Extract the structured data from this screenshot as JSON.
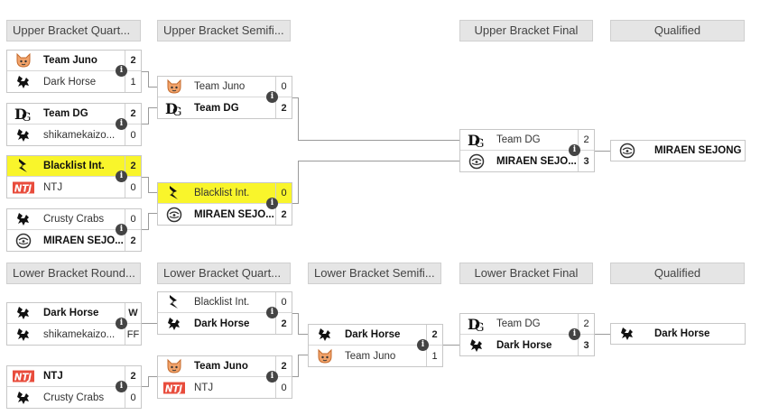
{
  "headers": {
    "upper_qf": "Upper Bracket Quart...",
    "upper_sf": "Upper Bracket Semifi...",
    "upper_final": "Upper Bracket Final",
    "upper_qualified": "Qualified",
    "lower_r1": "Lower Bracket Round...",
    "lower_qf": "Lower Bracket Quart...",
    "lower_sf": "Lower Bracket Semifi...",
    "lower_final": "Lower Bracket Final",
    "lower_qualified": "Qualified"
  },
  "matches": {
    "uqf1": {
      "t1": {
        "name": "Team Juno",
        "score": "2",
        "logo": "juno-logo"
      },
      "t2": {
        "name": "Dark Horse",
        "score": "1",
        "logo": "dark-horse-logo"
      }
    },
    "uqf2": {
      "t1": {
        "name": "Team DG",
        "score": "2",
        "logo": "dg-logo"
      },
      "t2": {
        "name": "shikamekaizo...",
        "score": "0",
        "logo": "shikamekaizo-logo"
      }
    },
    "uqf3": {
      "t1": {
        "name": "Blacklist Int.",
        "score": "2",
        "logo": "blacklist-logo"
      },
      "t2": {
        "name": "NTJ",
        "score": "0",
        "logo": "ntj-logo"
      }
    },
    "uqf4": {
      "t1": {
        "name": "Crusty Crabs",
        "score": "0",
        "logo": "crusty-crabs-logo"
      },
      "t2": {
        "name": "MIRAEN SEJO...",
        "score": "2",
        "logo": "miraen-logo"
      }
    },
    "usf1": {
      "t1": {
        "name": "Team Juno",
        "score": "0",
        "logo": "juno-logo"
      },
      "t2": {
        "name": "Team DG",
        "score": "2",
        "logo": "dg-logo"
      }
    },
    "usf2": {
      "t1": {
        "name": "Blacklist Int.",
        "score": "0",
        "logo": "blacklist-logo"
      },
      "t2": {
        "name": "MIRAEN SEJO...",
        "score": "2",
        "logo": "miraen-logo"
      }
    },
    "uf": {
      "t1": {
        "name": "Team DG",
        "score": "2",
        "logo": "dg-logo"
      },
      "t2": {
        "name": "MIRAEN SEJO...",
        "score": "3",
        "logo": "miraen-logo"
      }
    },
    "lr1": {
      "t1": {
        "name": "Dark Horse",
        "score": "W",
        "logo": "dark-horse-logo"
      },
      "t2": {
        "name": "shikamekaizo...",
        "score": "FF",
        "logo": "shikamekaizo-logo"
      }
    },
    "lr2": {
      "t1": {
        "name": "NTJ",
        "score": "2",
        "logo": "ntj-logo"
      },
      "t2": {
        "name": "Crusty Crabs",
        "score": "0",
        "logo": "crusty-crabs-logo"
      }
    },
    "lqf1": {
      "t1": {
        "name": "Blacklist Int.",
        "score": "0",
        "logo": "blacklist-logo"
      },
      "t2": {
        "name": "Dark Horse",
        "score": "2",
        "logo": "dark-horse-logo"
      }
    },
    "lqf2": {
      "t1": {
        "name": "Team Juno",
        "score": "2",
        "logo": "juno-logo"
      },
      "t2": {
        "name": "NTJ",
        "score": "0",
        "logo": "ntj-logo"
      }
    },
    "lsf": {
      "t1": {
        "name": "Dark Horse",
        "score": "2",
        "logo": "dark-horse-logo"
      },
      "t2": {
        "name": "Team Juno",
        "score": "1",
        "logo": "juno-logo"
      }
    },
    "lf": {
      "t1": {
        "name": "Team DG",
        "score": "2",
        "logo": "dg-logo"
      },
      "t2": {
        "name": "Dark Horse",
        "score": "3",
        "logo": "dark-horse-logo"
      }
    }
  },
  "qualified": {
    "upper": {
      "name": "MIRAEN SEJONG",
      "logo": "miraen-logo"
    },
    "lower": {
      "name": "Dark Horse",
      "logo": "dark-horse-logo"
    }
  },
  "info_glyph": "i",
  "colors": {
    "highlight": "#f9f52b",
    "header_bg": "#e5e5e5",
    "connector": "#9a9a9a",
    "info_bg": "#444444"
  }
}
